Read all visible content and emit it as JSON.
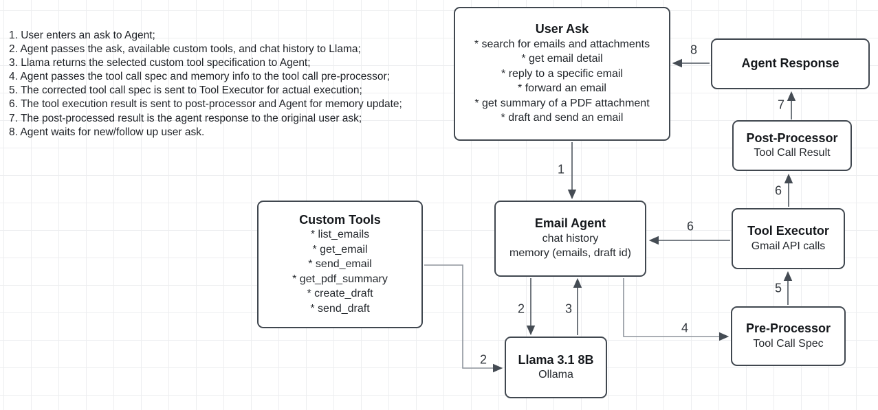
{
  "notes": {
    "lines": [
      "1. User enters an ask to Agent;",
      "2. Agent passes the ask, available custom tools, and chat history to Llama;",
      "3. Llama returns the selected custom tool specification to Agent;",
      "4. Agent passes the tool call spec and memory info to the tool call pre-processor;",
      "5. The corrected tool call spec is sent to Tool Executor for actual execution;",
      "6. The tool execution result is sent to post-processor and Agent for memory update;",
      "7. The post-processed result is the agent response to the original user ask;",
      "8. Agent waits for new/follow up user ask."
    ]
  },
  "nodes": {
    "user_ask": {
      "title": "User Ask",
      "items": [
        "* search for emails and attachments",
        "* get email detail",
        "* reply to a specific email",
        "* forward an email",
        "* get summary of a PDF attachment",
        "* draft and send an email"
      ]
    },
    "agent_response": {
      "title": "Agent Response"
    },
    "post_processor": {
      "title": "Post-Processor",
      "subtitle": "Tool Call Result"
    },
    "tool_executor": {
      "title": "Tool Executor",
      "subtitle": "Gmail API calls"
    },
    "pre_processor": {
      "title": "Pre-Processor",
      "subtitle": "Tool Call Spec"
    },
    "email_agent": {
      "title": "Email Agent",
      "lines": [
        "chat history",
        "memory (emails, draft id)"
      ]
    },
    "custom_tools": {
      "title": "Custom Tools",
      "items": [
        "* list_emails",
        "* get_email",
        "* send_email",
        "* get_pdf_summary",
        "* create_draft",
        "* send_draft"
      ]
    },
    "llama": {
      "title": "Llama 3.1 8B",
      "subtitle": "Ollama"
    }
  },
  "edges": {
    "e1": {
      "label": "1"
    },
    "e2_agent_to_llama": {
      "label": "2"
    },
    "e2_tools_to_llama": {
      "label": "2"
    },
    "e3": {
      "label": "3"
    },
    "e4": {
      "label": "4"
    },
    "e5": {
      "label": "5"
    },
    "e6_up": {
      "label": "6"
    },
    "e6_left": {
      "label": "6"
    },
    "e7": {
      "label": "7"
    },
    "e8": {
      "label": "8"
    }
  },
  "colors": {
    "node_border": "#40474f",
    "edge_dark": "#4d555e",
    "edge_gray": "#8d949c",
    "arrowhead": "#454c54",
    "grid": "#edeef0",
    "text": "#1c1f24"
  }
}
